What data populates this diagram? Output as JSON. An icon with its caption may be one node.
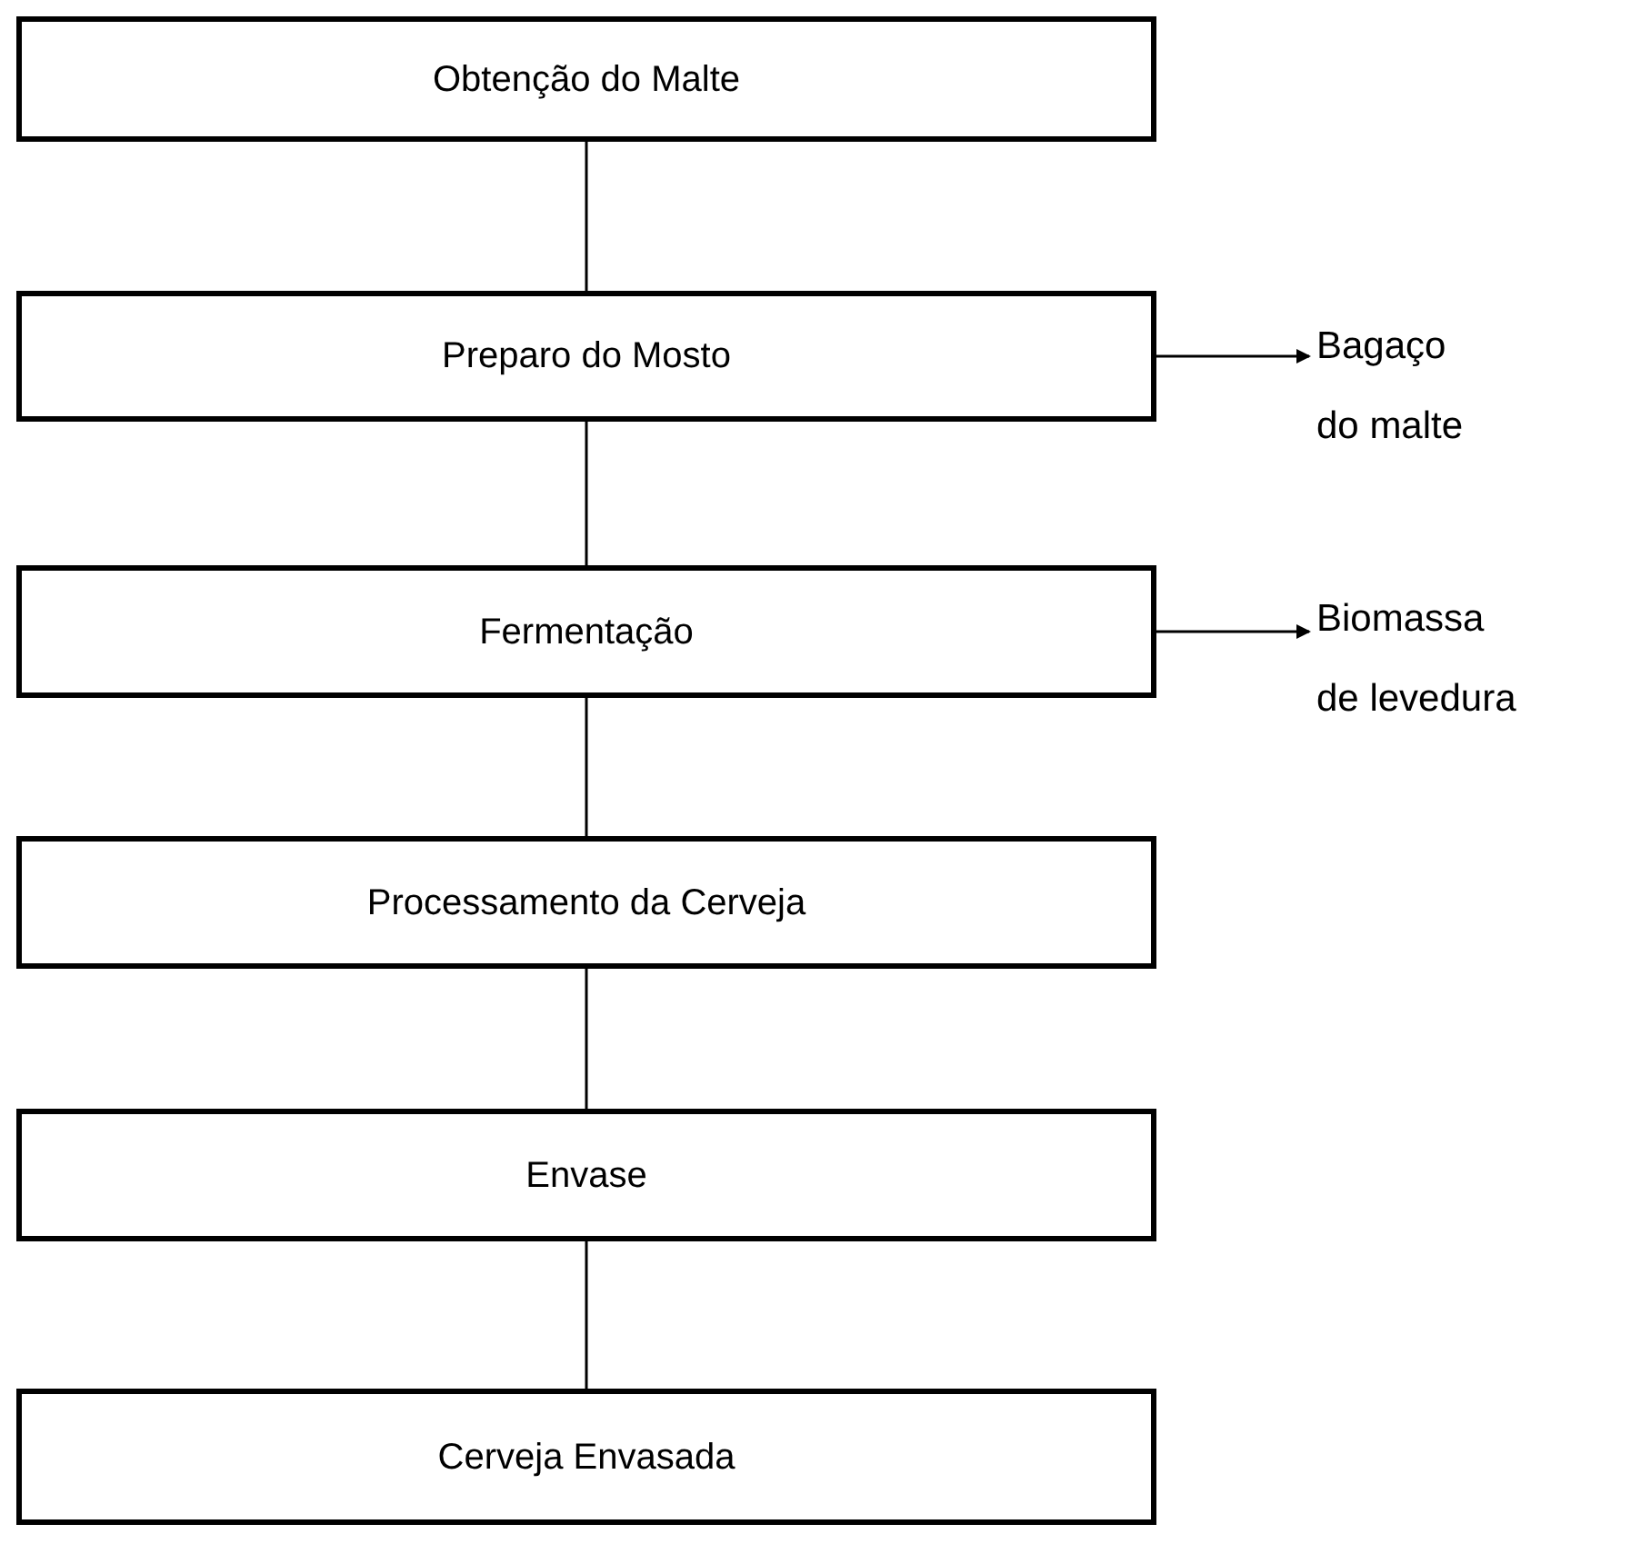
{
  "diagram": {
    "nodes": [
      {
        "text": [
          "Obtenção do Malte"
        ]
      },
      {
        "text": [
          "Preparo do Mosto"
        ]
      },
      {
        "text": [
          "Fermentação"
        ]
      },
      {
        "text": [
          "Processamento da Cerveja"
        ]
      },
      {
        "text": [
          "Envase"
        ]
      },
      {
        "text": [
          "Cerveja Envasada"
        ]
      },
      {
        "text": [
          "Bagaço do malte"
        ]
      },
      {
        "text": [
          "Biomassa de levedura"
        ]
      }
    ],
    "edges": [
      {
        "from": 0,
        "to": 1,
        "arrow": "none"
      },
      {
        "from": 1,
        "to": 2,
        "arrow": "none"
      },
      {
        "from": 2,
        "to": 3,
        "arrow": "none"
      },
      {
        "from": 3,
        "to": 4,
        "arrow": "none"
      },
      {
        "from": 4,
        "to": 5,
        "arrow": "none"
      },
      {
        "from": 1,
        "to": 6,
        "arrow": "to"
      },
      {
        "from": 2,
        "to": 7,
        "arrow": "to"
      }
    ]
  }
}
